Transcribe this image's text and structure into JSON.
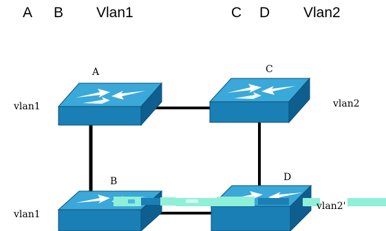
{
  "header": {
    "items": [
      "A",
      "B",
      "Vlan1",
      "C",
      "D",
      "Vlan2"
    ]
  },
  "switches": [
    {
      "label": "A",
      "vlan": "vlan1"
    },
    {
      "label": "C",
      "vlan": "vlan2"
    },
    {
      "label": "B",
      "vlan": "vlan1"
    },
    {
      "label": "D",
      "vlan": "vlan2'"
    }
  ],
  "colors": {
    "switch_top": "#3aa8d8",
    "switch_front": "#1a7fb5",
    "switch_side": "#0e5f8f",
    "link": "#000000",
    "glitch": "#8ff0d8"
  }
}
